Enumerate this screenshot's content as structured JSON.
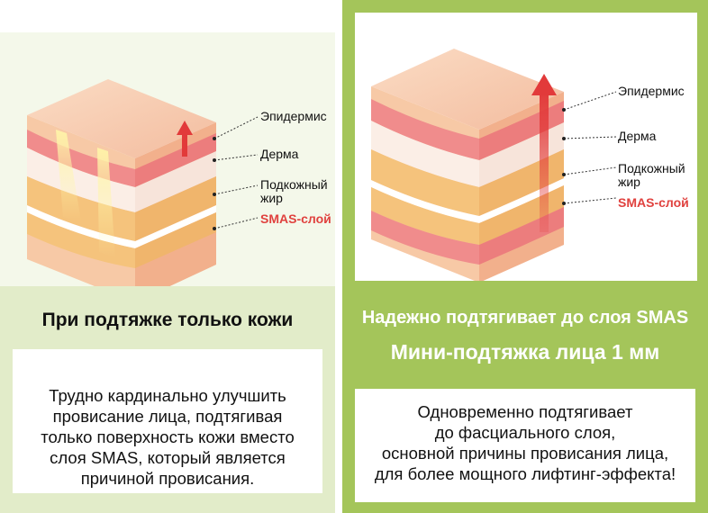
{
  "left": {
    "labels": {
      "epidermis": "Эпидермис",
      "dermis": "Дерма",
      "subcutaneous_1": "Подкожный",
      "subcutaneous_2": "жир",
      "smas": "SMAS-слой"
    },
    "heading": "При подтяжке только кожи",
    "description": [
      "Трудно кардинально улучшить",
      "провисание лица, подтягивая",
      "только поверхность кожи вместо",
      "слоя SMAS, который является",
      "причиной провисания."
    ]
  },
  "right": {
    "labels": {
      "epidermis": "Эпидермис",
      "dermis": "Дерма",
      "subcutaneous_1": "Подкожный",
      "subcutaneous_2": "жир",
      "smas": "SMAS-слой"
    },
    "heading": "Надежно подтягивает до слоя SMAS",
    "subheading": "Мини-подтяжка лица 1 мм",
    "description": [
      "Одновременно подтягивает",
      "до фасциального слоя,",
      "основной причины провисания лица,",
      "для более мощного лифтинг-эффекта!"
    ]
  },
  "colors": {
    "green_accent": "#a4c55a",
    "pale_green": "#e2ecc9",
    "smas_red": "#e0413e",
    "arrow_red": "#e23a3a"
  }
}
